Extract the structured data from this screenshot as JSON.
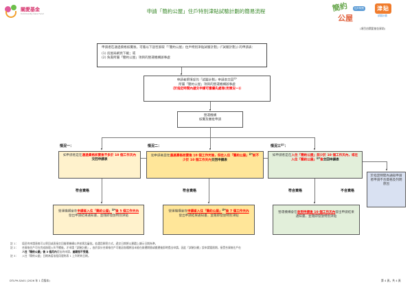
{
  "header": {
    "left_logo": {
      "zh": "關愛基金",
      "en": "Community Care Fund"
    },
    "title": "申請「簡約公屋」住戶特別津貼試驗計劃的簡易流程",
    "right_logo": {
      "big_text_1": "簡約",
      "big_text_2": "公屋",
      "pill": "住戶特別",
      "hex_text": "津貼",
      "sub": "試驗計劃",
      "funded_by": "(項目由關愛基金資助)"
    }
  },
  "flow": {
    "step1": {
      "line1": "申請者在通過資格核實後，可循以下途徑索取「『簡約公屋』住戶特別津貼試驗計劃」(「試驗計劃」) 的申請表：",
      "item1": "(1) 房屋局網頁下載；或",
      "item2": "(2) 負責所屬「簡約公屋」項目的營運機構辦事處"
    },
    "step2": {
      "line1": "申請者把填妥的「試驗計劃」申請表交回",
      "line1_sup": "註1",
      "line2": "所屬「簡約公屋」項目的營運機構辦事處",
      "line3": "（於指定時間內遞交申請可獲優先處理(見情況一)）"
    },
    "step3": {
      "line1": "營運機構",
      "line2": "核實及審批申請"
    },
    "cases": [
      {
        "label": "情況一：",
        "prefix": "如申請者是在",
        "highlight": "通過資格核實後不多於 10 個工作天內",
        "suffix": "交回申請表",
        "eligible_label": "符合資格",
        "result_prefix": "營運機構會在",
        "result_highlight_1": "申請者入住「簡約公屋」",
        "result_sup": "註3",
        "result_highlight_2": "後 5 個工作天內",
        "result_suffix": "發出申請結果通知書，並隨即發放特別津貼"
      },
      {
        "label": "情況二：",
        "prefix": "如申請者是在",
        "highlight": "通過資格核實後 10 個工作天後，但在入住「簡約公屋」",
        "highlight_sup": "註3",
        "highlight_2": "前不少於 10 個工作天內",
        "suffix": "交回申請表",
        "eligible_label": "符合資格",
        "result_prefix": "營運機構會在",
        "result_highlight_1": "申請者入住「簡約公屋」",
        "result_sup": "註3",
        "result_highlight_2": "後 7 個工作天內",
        "result_suffix": "發出申請結果通知書，並隨即發放特別津貼"
      },
      {
        "label": "情況三",
        "label_sup": "註2",
        "label_colon": "：",
        "prefix": "如申請者是在",
        "highlight": "入住「簡約公屋」前少於 10 個工作天內，或在入住「簡約公屋」",
        "highlight_sup": "註3",
        "highlight_2": "後",
        "suffix": "交回申請表",
        "eligible_label": "符合資格",
        "ineligible_label": "不合資格",
        "result_prefix": "營運機構會在",
        "result_highlight": "收到申請後 10 個工作天內",
        "result_suffix": "發出申請結果通知書，並隨即發放特別津貼",
        "reject_text": "於指定時間內通知申請者申請不合資格及列明原因"
      }
    ]
  },
  "notes": [
    {
      "key": "註 1：",
      "text": "填妥的申請表格可以寄回或直接交回營運機構以供核實及審批。若選用郵寄方式，遞交日期將以郵戳上顯示日期為準。"
    },
    {
      "key": "註 2：",
      "text": "合資格住戶可在完成辦理入伙手續後，才申請「試驗計劃」。由於部分合資格住戶可能因各種原因未能在辦遷期間或搬遷後即時提出申請，因此「試驗計劃」設申請寬限期，接受合資格住戶在",
      "bold": "人住「簡約公屋」後 3 個月內",
      "text2": "提出的申請，",
      "bold2": "逾期恕不受理",
      "end": "。"
    },
    {
      "key": "註 3：",
      "text": "入住「簡約公屋」日期為暫准租用證附表 1 上列明的日期。"
    }
  ],
  "footer": {
    "left": "DTLPH-SA01 (2026 年 1 月版本)",
    "right": "第 4 頁，共 4 頁"
  },
  "colors": {
    "title_green": "#3a8a2a",
    "highlight_red": "#ff0000",
    "case1_bg": "#fff2cc",
    "case2_bg": "#ffe699",
    "case3_bg": "#e2efda",
    "reject_bg": "#d9e1f2"
  }
}
